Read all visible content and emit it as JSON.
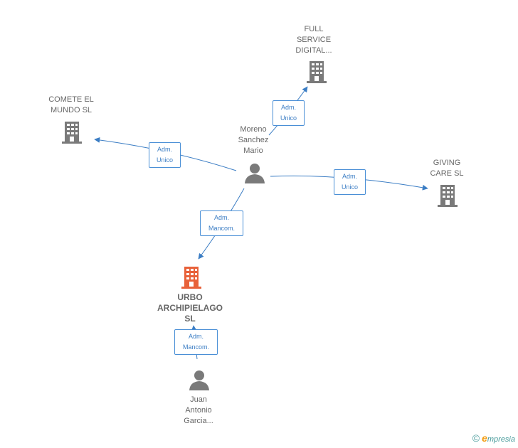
{
  "colors": {
    "edge": "#3b7dc4",
    "node": "#7a7a7a",
    "focus": "#e8623a"
  },
  "companies": {
    "full_service": {
      "lines": [
        "FULL",
        "SERVICE",
        "DIGITAL..."
      ]
    },
    "comete": {
      "lines": [
        "COMETE EL",
        "MUNDO  SL"
      ]
    },
    "giving": {
      "lines": [
        "GIVING",
        "CARE  SL"
      ]
    },
    "urbo": {
      "lines": [
        "URBO",
        "ARCHIPIELAGO",
        "SL"
      ]
    }
  },
  "persons": {
    "moreno": {
      "lines": [
        "Moreno",
        "Sanchez",
        "Mario"
      ]
    },
    "juan": {
      "lines": [
        "Juan",
        "Antonio",
        "Garcia..."
      ]
    }
  },
  "edges": {
    "e1": {
      "lines": [
        "Adm.",
        "Unico"
      ]
    },
    "e2": {
      "lines": [
        "Adm.",
        "Unico"
      ]
    },
    "e3": {
      "lines": [
        "Adm.",
        "Unico"
      ]
    },
    "e4": {
      "lines": [
        "Adm.",
        "Mancom."
      ]
    },
    "e5": {
      "lines": [
        "Adm.",
        "Mancom."
      ]
    }
  },
  "footer": {
    "copyright": "©",
    "brand_initial": "e",
    "brand_rest": "mpresia"
  }
}
